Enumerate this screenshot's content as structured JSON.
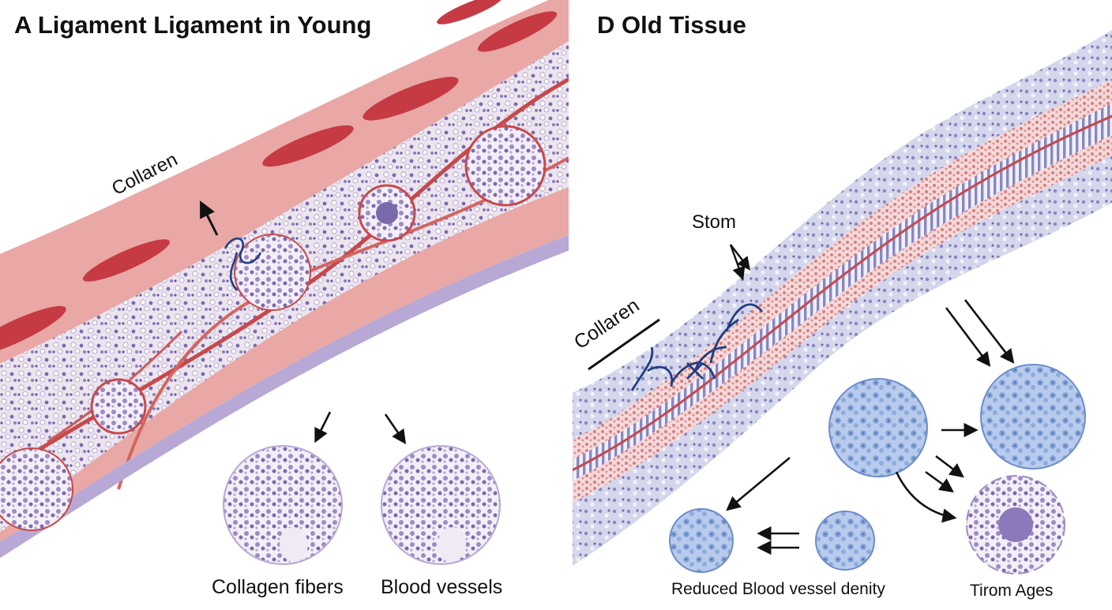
{
  "left_panel": {
    "title": "A Ligament Ligament in Young",
    "annotation": "Collaren",
    "captions": [
      "Collagen fibers",
      "Blood vessels"
    ]
  },
  "right_panel": {
    "title": "D Old Tissue",
    "annotations": [
      "Collaren",
      "Stom"
    ],
    "captions": [
      "Reduced Blood vessel denity",
      "Tirom Ages"
    ]
  },
  "colors": {
    "young_vessel": "#e9a8a5",
    "blood_cell": "#c63a44",
    "young_core": "#ece4ee",
    "nuclei": "#6a5b9e",
    "old_band": "#cfd2ea",
    "old_red": "#d9807a",
    "old_cell": "#9fb8e3",
    "fiber_marks": "#1f3f84"
  },
  "icons": [
    "arrow-icon",
    "cell-cluster-icon",
    "fiber-squiggle-icon"
  ]
}
